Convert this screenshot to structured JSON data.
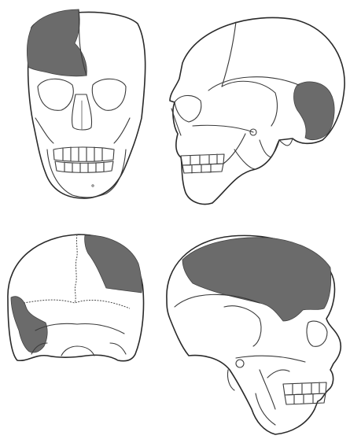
{
  "figure": {
    "views": [
      {
        "id": "anterior",
        "description_icon": "skull-front-icon"
      },
      {
        "id": "lateral-right",
        "description_icon": "skull-side-icon"
      },
      {
        "id": "posterior",
        "description_icon": "skull-back-icon"
      },
      {
        "id": "lateral-left",
        "description_icon": "skull-side-icon"
      }
    ],
    "colors": {
      "outline": "#2a2a2a",
      "shaded_region": "#6b6b6b",
      "background": "#ffffff"
    }
  }
}
